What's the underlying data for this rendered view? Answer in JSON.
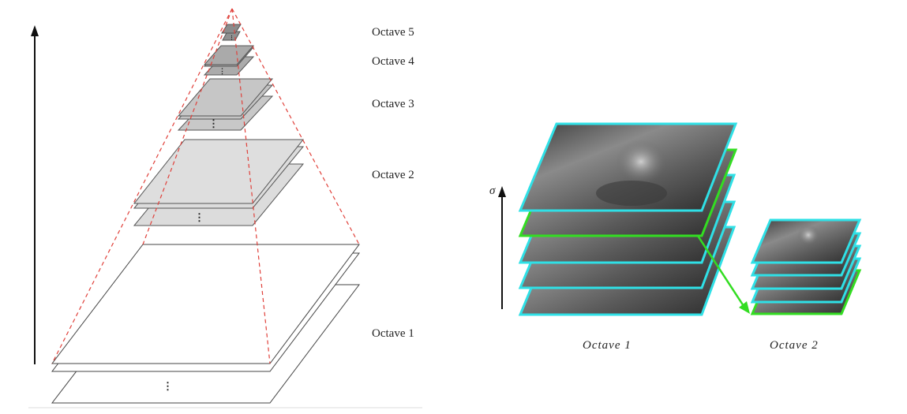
{
  "left_diagram": {
    "octave_labels": [
      "Octave 5",
      "Octave 4",
      "Octave 3",
      "Octave 2",
      "Octave 1"
    ],
    "ellipsis": "⋮",
    "colors": {
      "frustum": "#e0403a",
      "plane_stroke": "#444444",
      "octave_1_fill": "#ffffff",
      "octave_2_fill": "#dcdcdc",
      "octave_3_fill": "#c4c4c4",
      "octave_4_fill": "#aaaaaa",
      "octave_5_fill": "#8f8f8f"
    }
  },
  "right_diagram": {
    "axis_symbol": "σ",
    "octave_captions": [
      "Octave 1",
      "Octave 2"
    ],
    "colors": {
      "frame": "#2fe0e6",
      "highlight": "#33dd22",
      "image_dark": "#2f2f2f",
      "image_light": "#8a8a8a"
    }
  }
}
